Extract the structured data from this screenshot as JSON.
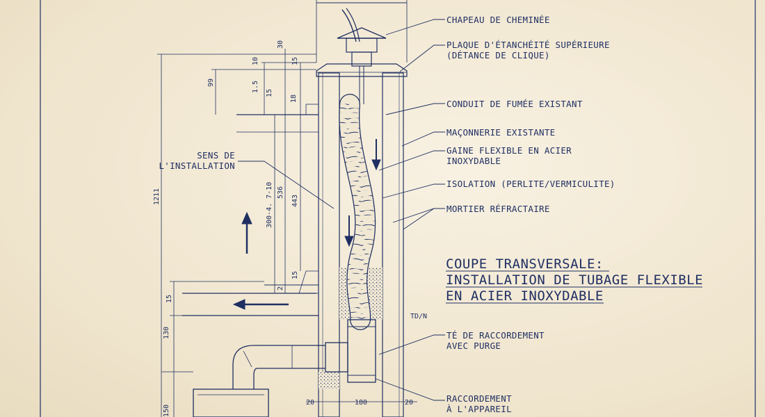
{
  "labels": {
    "chapeau": "CHAPEAU DE CHEMINÉE",
    "plaque_1": "PLAQUE D'ÉTANCHÉITÉ SUPÉRIEURE",
    "plaque_2": "(DÉTANCE DE CLIQUE)",
    "conduit": "CONDUIT DE FUMÉE EXISTANT",
    "maconnerie": "MAÇONNERIE EXISTANTE",
    "gaine_1": "GAINE FLEXIBLE EN ACIER",
    "gaine_2": "INOXYDABLE",
    "isolation": "ISOLATION (PERLITE/VERMICULITE)",
    "mortier": "MORTIER RÉFRACTAIRE",
    "sens_1": "SENS DE",
    "sens_2": "L'INSTALLATION",
    "te_1": "TÉ DE RACCORDEMENT",
    "te_2": "AVEC PURGE",
    "td": "TD/N",
    "raccord_1": "RACCORDEMENT",
    "raccord_2": "À L'APPAREIL"
  },
  "title": {
    "line1": "COUPE TRANSVERSALE:",
    "line2": "INSTALLATION DE TUBAGE FLEXIBLE",
    "line3": "EN ACIER INOXYDABLE"
  },
  "dimensions": {
    "d30": "30",
    "d10": "10",
    "d15a": "15",
    "d99": "99",
    "d1_5": "1.5",
    "d15b": "15",
    "d18": "18",
    "d1211": "1211",
    "d300": "300-4. 7-10",
    "d536": "536",
    "d443": "443",
    "d15c": "15",
    "d2": "2",
    "d15d": "15",
    "d130": "130",
    "d150": "150",
    "d20a": "20",
    "d180": "180",
    "d20b": "20"
  },
  "colors": {
    "ink": "#1f2f62",
    "paper": "#f3ead7"
  }
}
